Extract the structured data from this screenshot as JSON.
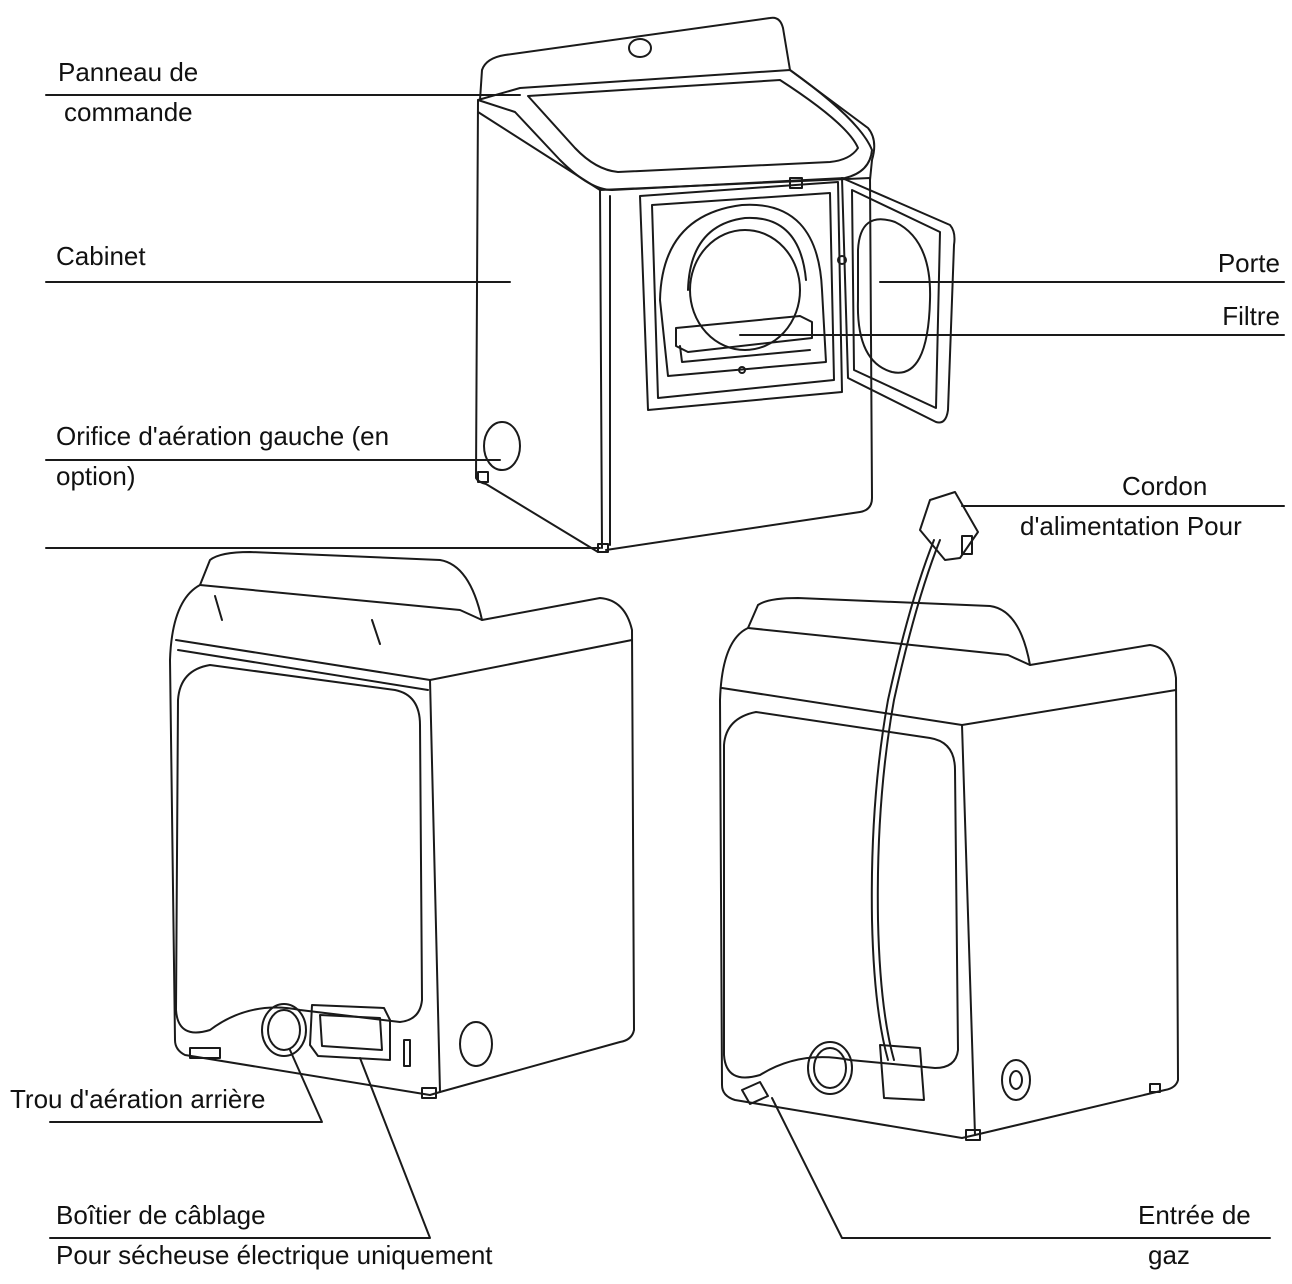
{
  "labels": {
    "control_panel": [
      "Panneau de",
      "commande"
    ],
    "cabinet": "Cabinet",
    "door": "Porte",
    "filter": "Filtre",
    "left_vent": [
      "Orifice d'aération gauche (en",
      "option)"
    ],
    "power_cord": [
      "Cordon",
      "d'alimentation Pour"
    ],
    "rear_vent": "Trou d'aération arrière",
    "wiring_box": [
      "Boîtier de câblage",
      "Pour sécheuse électrique uniquement"
    ],
    "gas_inlet": [
      "Entrée de",
      "gaz"
    ]
  },
  "colors": {
    "line": "#1a1a1a",
    "text": "#111111",
    "background": "#ffffff"
  }
}
